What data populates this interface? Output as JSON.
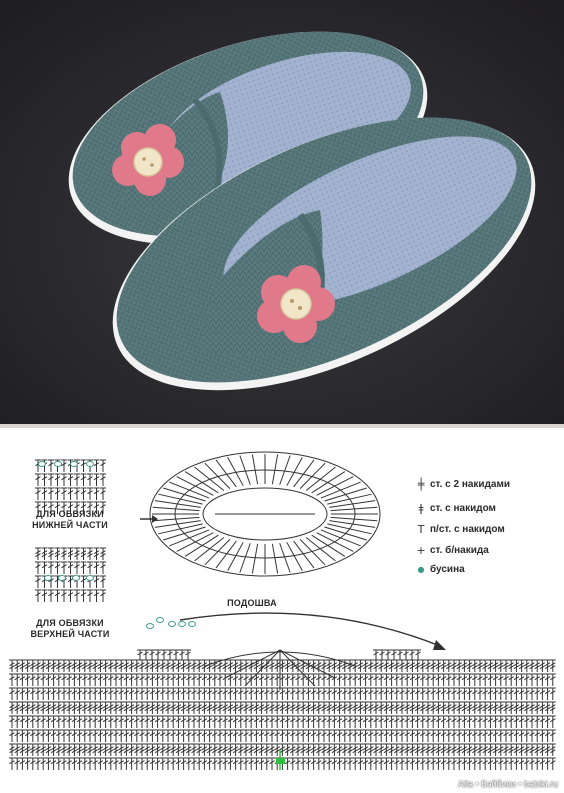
{
  "diagram": {
    "edging_lower_label": "ДЛЯ ОБВЯЗКИ НИЖНЕЙ ЧАСТИ",
    "edging_upper_label": "ДЛЯ ОБВЯЗКИ ВЕРХНЕЙ ЧАСТИ",
    "sole_label": "ПОДОШВА",
    "legend": [
      {
        "symbol": "double-crochet-2-yarn-overs",
        "glyph": "╪",
        "label": "ст. с 2 накидами"
      },
      {
        "symbol": "double-crochet",
        "glyph": "ǂ",
        "label": "ст. с накидом"
      },
      {
        "symbol": "half-double-crochet",
        "glyph": "T",
        "label": "п/ст. с накидом"
      },
      {
        "symbol": "single-crochet",
        "glyph": "+",
        "label": "ст. б/накида"
      },
      {
        "symbol": "bead",
        "glyph": "●",
        "label": "бусина"
      }
    ]
  },
  "watermark": "Alla • Бэйбики • babiki.ru",
  "colors": {
    "background_dark": "#2b2a2e",
    "shoe_teal": "#5b7b7e",
    "sole_blue": "#9fb0cc",
    "flower_pink": "#e07a8a",
    "button_cream": "#f1e6c8",
    "chart_ink": "#333333",
    "bead_teal": "#3a9a8a",
    "marker_green": "#2fbf3f"
  }
}
